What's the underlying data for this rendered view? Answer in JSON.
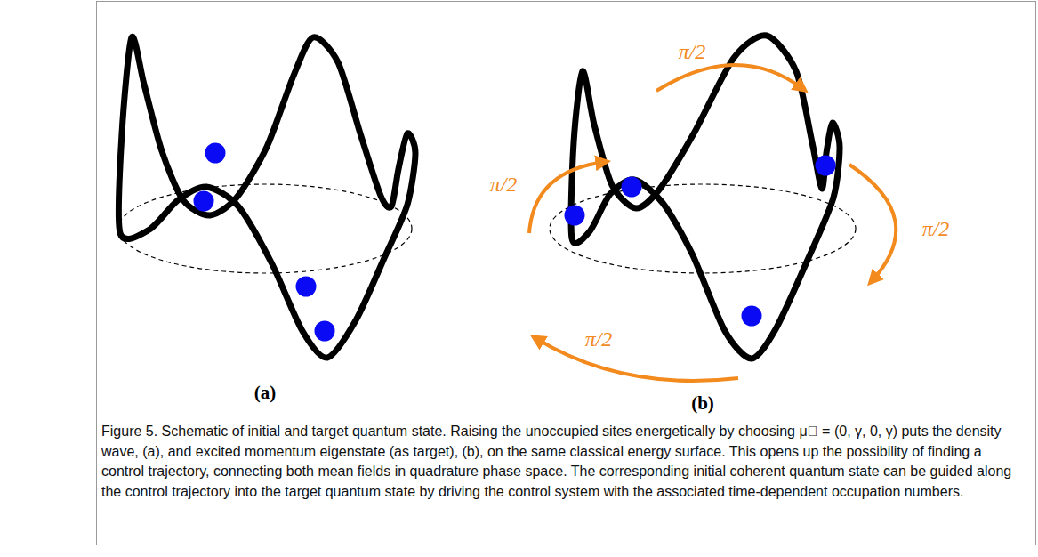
{
  "diagram": {
    "caption": "Figure 5. Schematic of initial and target quantum state. Raising the unoccupied sites energetically by choosing μ⃗ = (0, γ, 0, γ) puts the density wave, (a), and excited momentum eigenstate (as target), (b), on the same classical energy surface. This opens up the possibility of finding a control trajectory, connecting both mean fields in quadrature phase space. The corresponding initial coherent quantum state can be guided along the control trajectory into the target quantum state by driving the control system with the associated time-dependent occupation numbers.",
    "labels": [
      "(a)",
      "(b)",
      "π/2",
      "π/2",
      "π/2",
      "π/2"
    ]
  }
}
